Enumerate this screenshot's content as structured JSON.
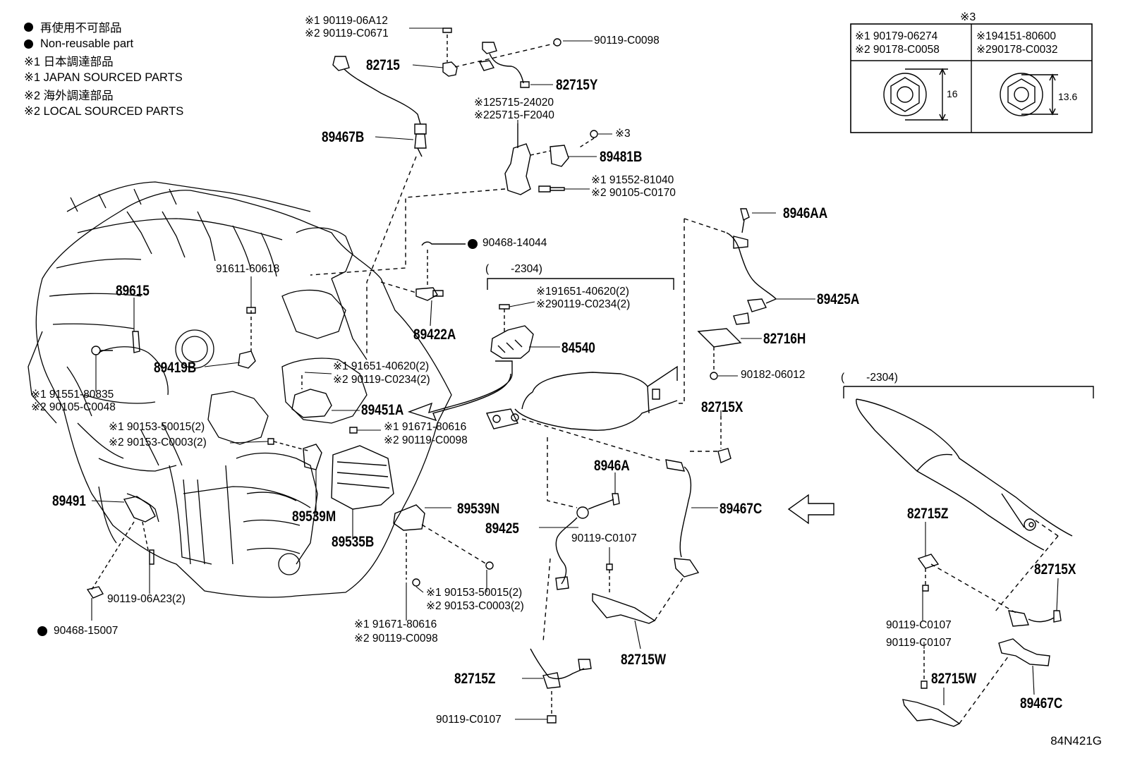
{
  "legend": {
    "line1": "再使用不可部品",
    "line2": "Non-reusable part",
    "line3": "※1 日本調達部品",
    "line4": "※1 JAPAN SOURCED PARTS",
    "line5": "※2 海外調達部品",
    "line6": "※2 LOCAL SOURCED PARTS"
  },
  "inset": {
    "title": "※3",
    "left_line1": "※1 90179-06274",
    "left_line2": "※2 90178-C0058",
    "left_dim": "16",
    "right_line1": "※194151-80600",
    "right_line2": "※290178-C0032",
    "right_dim": "13.6"
  },
  "labels": {
    "l_90119_06A12": "※1 90119-06A12",
    "l_90119_C0671": "※2 90119-C0671",
    "l_90119_C0098_top": "90119-C0098",
    "l_82715": "82715",
    "l_82715Y": "82715Y",
    "l_25715_24020": "※125715-24020",
    "l_25715_F2040": "※225715-F2040",
    "l_89467B": "89467B",
    "l_x3": "※3",
    "l_89481B": "89481B",
    "l_91552_81040": "※1 91552-81040",
    "l_90105_C0170": "※2 90105-C0170",
    "l_8946AA": "8946AA",
    "l_90468_14044": "90468-14044",
    "l_91611_60618": "91611-60618",
    "l_89615": "89615",
    "l_range1": "(　　-2304)",
    "l_91651_40620_a": "※191651-40620(2)",
    "l_90119_C0234_a": "※290119-C0234(2)",
    "l_89422A": "89422A",
    "l_89425A": "89425A",
    "l_84540": "84540",
    "l_82716H": "82716H",
    "l_89419B": "89419B",
    "l_91651_40620_b": "※1 91651-40620(2)",
    "l_90119_C0234_b": "※2 90119-C0234(2)",
    "l_90182_06012": "90182-06012",
    "l_range2": "(　　-2304)",
    "l_91551_80835": "※1 91551-80835",
    "l_90105_C0048": "※2 90105-C0048",
    "l_89451A": "89451A",
    "l_82715X_a": "82715X",
    "l_90153_50015_a": "※1 90153-50015(2)",
    "l_90153_C0003_a": "※2 90153-C0003(2)",
    "l_91671_80616_a": "※1 91671-80616",
    "l_90119_C0098_a": "※2 90119-C0098",
    "l_8946A": "8946A",
    "l_89491": "89491",
    "l_89539M": "89539M",
    "l_89539N": "89539N",
    "l_89467C_a": "89467C",
    "l_89425": "89425",
    "l_82715Z_a": "82715Z",
    "l_89535B": "89535B",
    "l_90119_C0107_a": "90119-C0107",
    "l_82715X_b": "82715X",
    "l_90119_06A23": "90119-06A23(2)",
    "l_90153_50015_b": "※1 90153-50015(2)",
    "l_90153_C0003_b": "※2 90153-C0003(2)",
    "l_90119_C0107_b": "90119-C0107",
    "l_90119_C0107_c": "90119-C0107",
    "l_91671_80616_b": "※1 91671-80616",
    "l_90119_C0098_b": "※2 90119-C0098",
    "l_90468_15007": "90468-15007",
    "l_82715W_a": "82715W",
    "l_82715Z_b": "82715Z",
    "l_82715W_b": "82715W",
    "l_89467C_b": "89467C",
    "l_90119_C0107_d": "90119-C0107",
    "l_diagram_code": "84N421G"
  }
}
